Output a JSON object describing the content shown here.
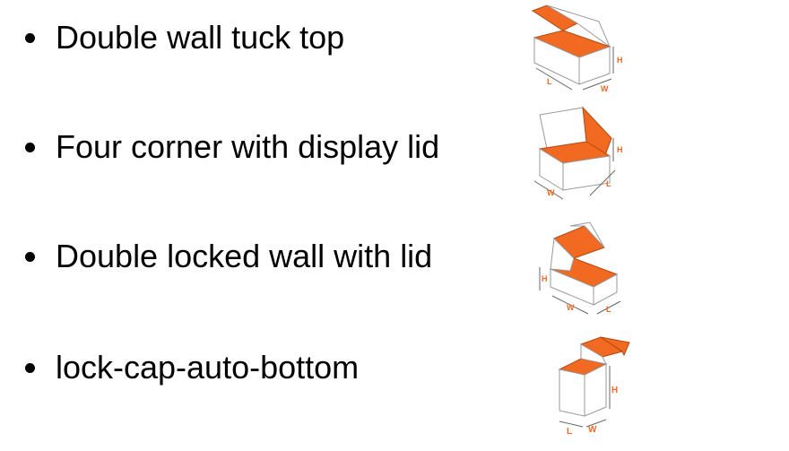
{
  "items": [
    {
      "label": "Double wall tuck top",
      "icon": "tuck-top-box-icon"
    },
    {
      "label": "Four corner with display lid",
      "icon": "display-lid-box-icon"
    },
    {
      "label": "Double locked wall with lid",
      "icon": "locked-wall-box-icon"
    },
    {
      "label": "lock-cap-auto-bottom",
      "icon": "auto-bottom-box-icon"
    }
  ],
  "dims": {
    "l": "L",
    "w": "W",
    "h": "H"
  },
  "colors": {
    "accent": "#F26A22",
    "outline": "#9a9a9a",
    "panel": "#ffffff"
  }
}
